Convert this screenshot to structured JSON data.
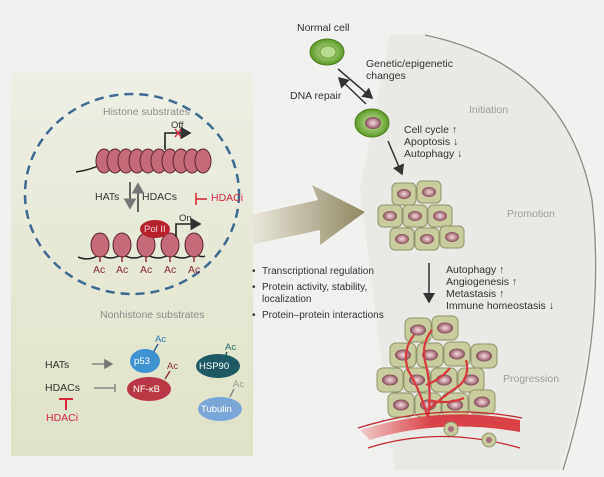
{
  "left_panel": {
    "histone_title": "Histone substrates",
    "off_label": "Off",
    "on_label": "On",
    "hats_label": "HATs",
    "hdacs_label": "HDACs",
    "hdaci_label": "HDACi",
    "pol_label": "Pol II",
    "ac_label": "Ac",
    "nonhistone_title": "Nonhistone substrates",
    "nh_hats": "HATs",
    "nh_hdacs": "HDACs",
    "nh_hdaci": "HDACi",
    "proteins": [
      {
        "name": "p53",
        "ac": "Ac"
      },
      {
        "name": "HSP90",
        "ac": "Ac"
      },
      {
        "name": "NF-κB",
        "ac": "Ac"
      },
      {
        "name": "Tubulin",
        "ac": "Ac"
      }
    ]
  },
  "middle": {
    "bullets": [
      "Transcriptional regulation",
      "Protein activity, stability, localization",
      "Protein–protein interactions"
    ]
  },
  "right_panel": {
    "normal_cell": "Normal cell",
    "genetic_changes": "Genetic/epigenetic changes",
    "dna_repair": "DNA repair",
    "stage_initiation": "Initiation",
    "stage_promotion": "Promotion",
    "stage_progression": "Progression",
    "initiation_effects": [
      "Cell cycle ↑",
      "Apoptosis ↓",
      "Autophagy ↓"
    ],
    "promotion_effects": [
      "Autophagy ↑",
      "Angiogenesis ↑",
      "Metastasis ↑",
      "Immune homeostasis ↓"
    ]
  },
  "colors": {
    "panel_bg": "#e7e9d6",
    "dashed_circle": "#3e6a92",
    "histone": "#c56a78",
    "hdaci_red": "#d8283a",
    "cell_green": "#7fb43c",
    "tumor_cell": "#c9cc9f",
    "nucleus": "#a8707c",
    "vessel": "#d8383e",
    "stage_arc": "#d6d6cc"
  }
}
